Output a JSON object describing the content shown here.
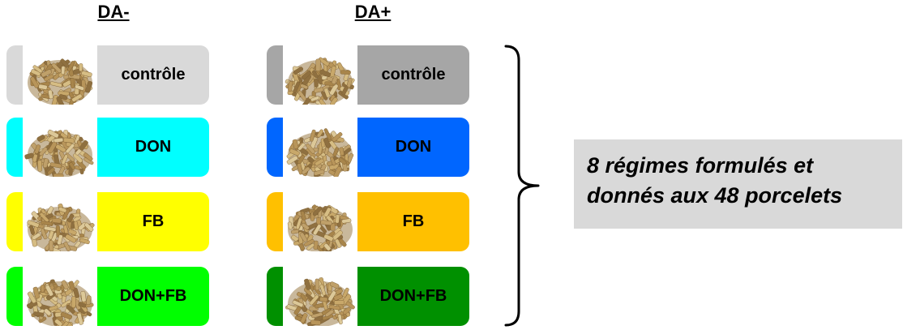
{
  "columns": [
    {
      "header": "DA-",
      "rows": [
        {
          "label": "contrôle",
          "color": "#d9d9d9"
        },
        {
          "label": "DON",
          "color": "#00ffff"
        },
        {
          "label": "FB",
          "color": "#ffff00"
        },
        {
          "label": "DON+FB",
          "color": "#00ff00"
        }
      ]
    },
    {
      "header": "DA+",
      "rows": [
        {
          "label": "contrôle",
          "color": "#a6a6a6"
        },
        {
          "label": "DON",
          "color": "#0066ff"
        },
        {
          "label": "FB",
          "color": "#ffc000"
        },
        {
          "label": "DON+FB",
          "color": "#009000"
        }
      ]
    }
  ],
  "pellet_icon": "feed-pellets-icon",
  "summary": {
    "line1": "8 régimes formulés et",
    "line2": "donnés aux 48 porcelets"
  }
}
